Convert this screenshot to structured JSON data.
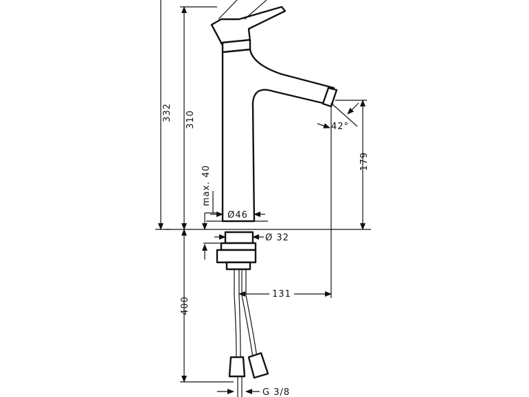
{
  "diagram": {
    "dimensions": {
      "total_height": "332",
      "spout_height": "310",
      "max_40": "max. 40",
      "dia_46": "Ø46",
      "dia_32": "Ø 32",
      "outlet_height": "179",
      "angle": "42°",
      "projection": "131",
      "hose_length": "400",
      "thread": "G 3/8"
    },
    "colors": {
      "line": "#111111",
      "background": "#ffffff"
    }
  }
}
